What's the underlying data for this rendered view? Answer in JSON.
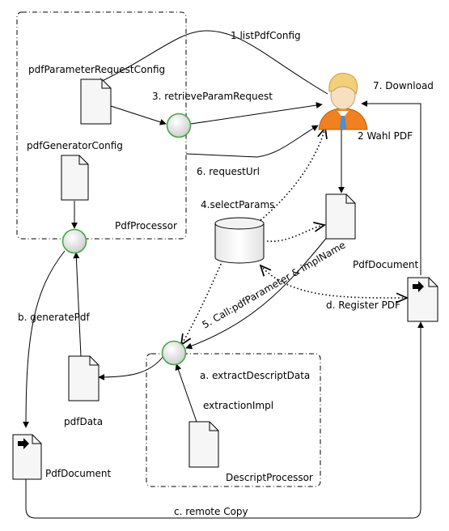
{
  "diagram": {
    "containers": {
      "pdf_processor": "PdfProcessor",
      "descript_processor": "DescriptProcessor"
    },
    "documents": {
      "pdf_parameter_request_config": "pdfParameterRequestConfig",
      "pdf_generator_config": "pdfGeneratorConfig",
      "pdf_data": "pdfData",
      "extraction_impl": "extractionImpl",
      "pdf_document_local": "PdfDocument",
      "pdf_document_remote": "PdfDocument"
    },
    "edges": {
      "list_pdf_config": "1.listPdfConfig",
      "wahl_pdf": "2 Wahl PDF",
      "retrieve_param_request": "3. retrieveParamRequest",
      "select_params": "4.selectParams",
      "call_pdf_parameter": "5. Call:pdfParameter & implName",
      "request_url": "6. requestUrl",
      "download": "7. Download",
      "extract_descript_data": "a. extractDescriptData",
      "generate_pdf": "b. generatePdf",
      "remote_copy": "c. remote Copy",
      "register_pdf": "d. Register PDF"
    }
  },
  "colors": {
    "person_body": "#f08020",
    "person_hair": "#f2cf7a",
    "person_face": "#f7e0c0",
    "person_tie": "#4a8fd8",
    "node_ring": "#46a846",
    "node_fill": "#e8e8e8",
    "doc_fill": "#f6f6f6"
  }
}
